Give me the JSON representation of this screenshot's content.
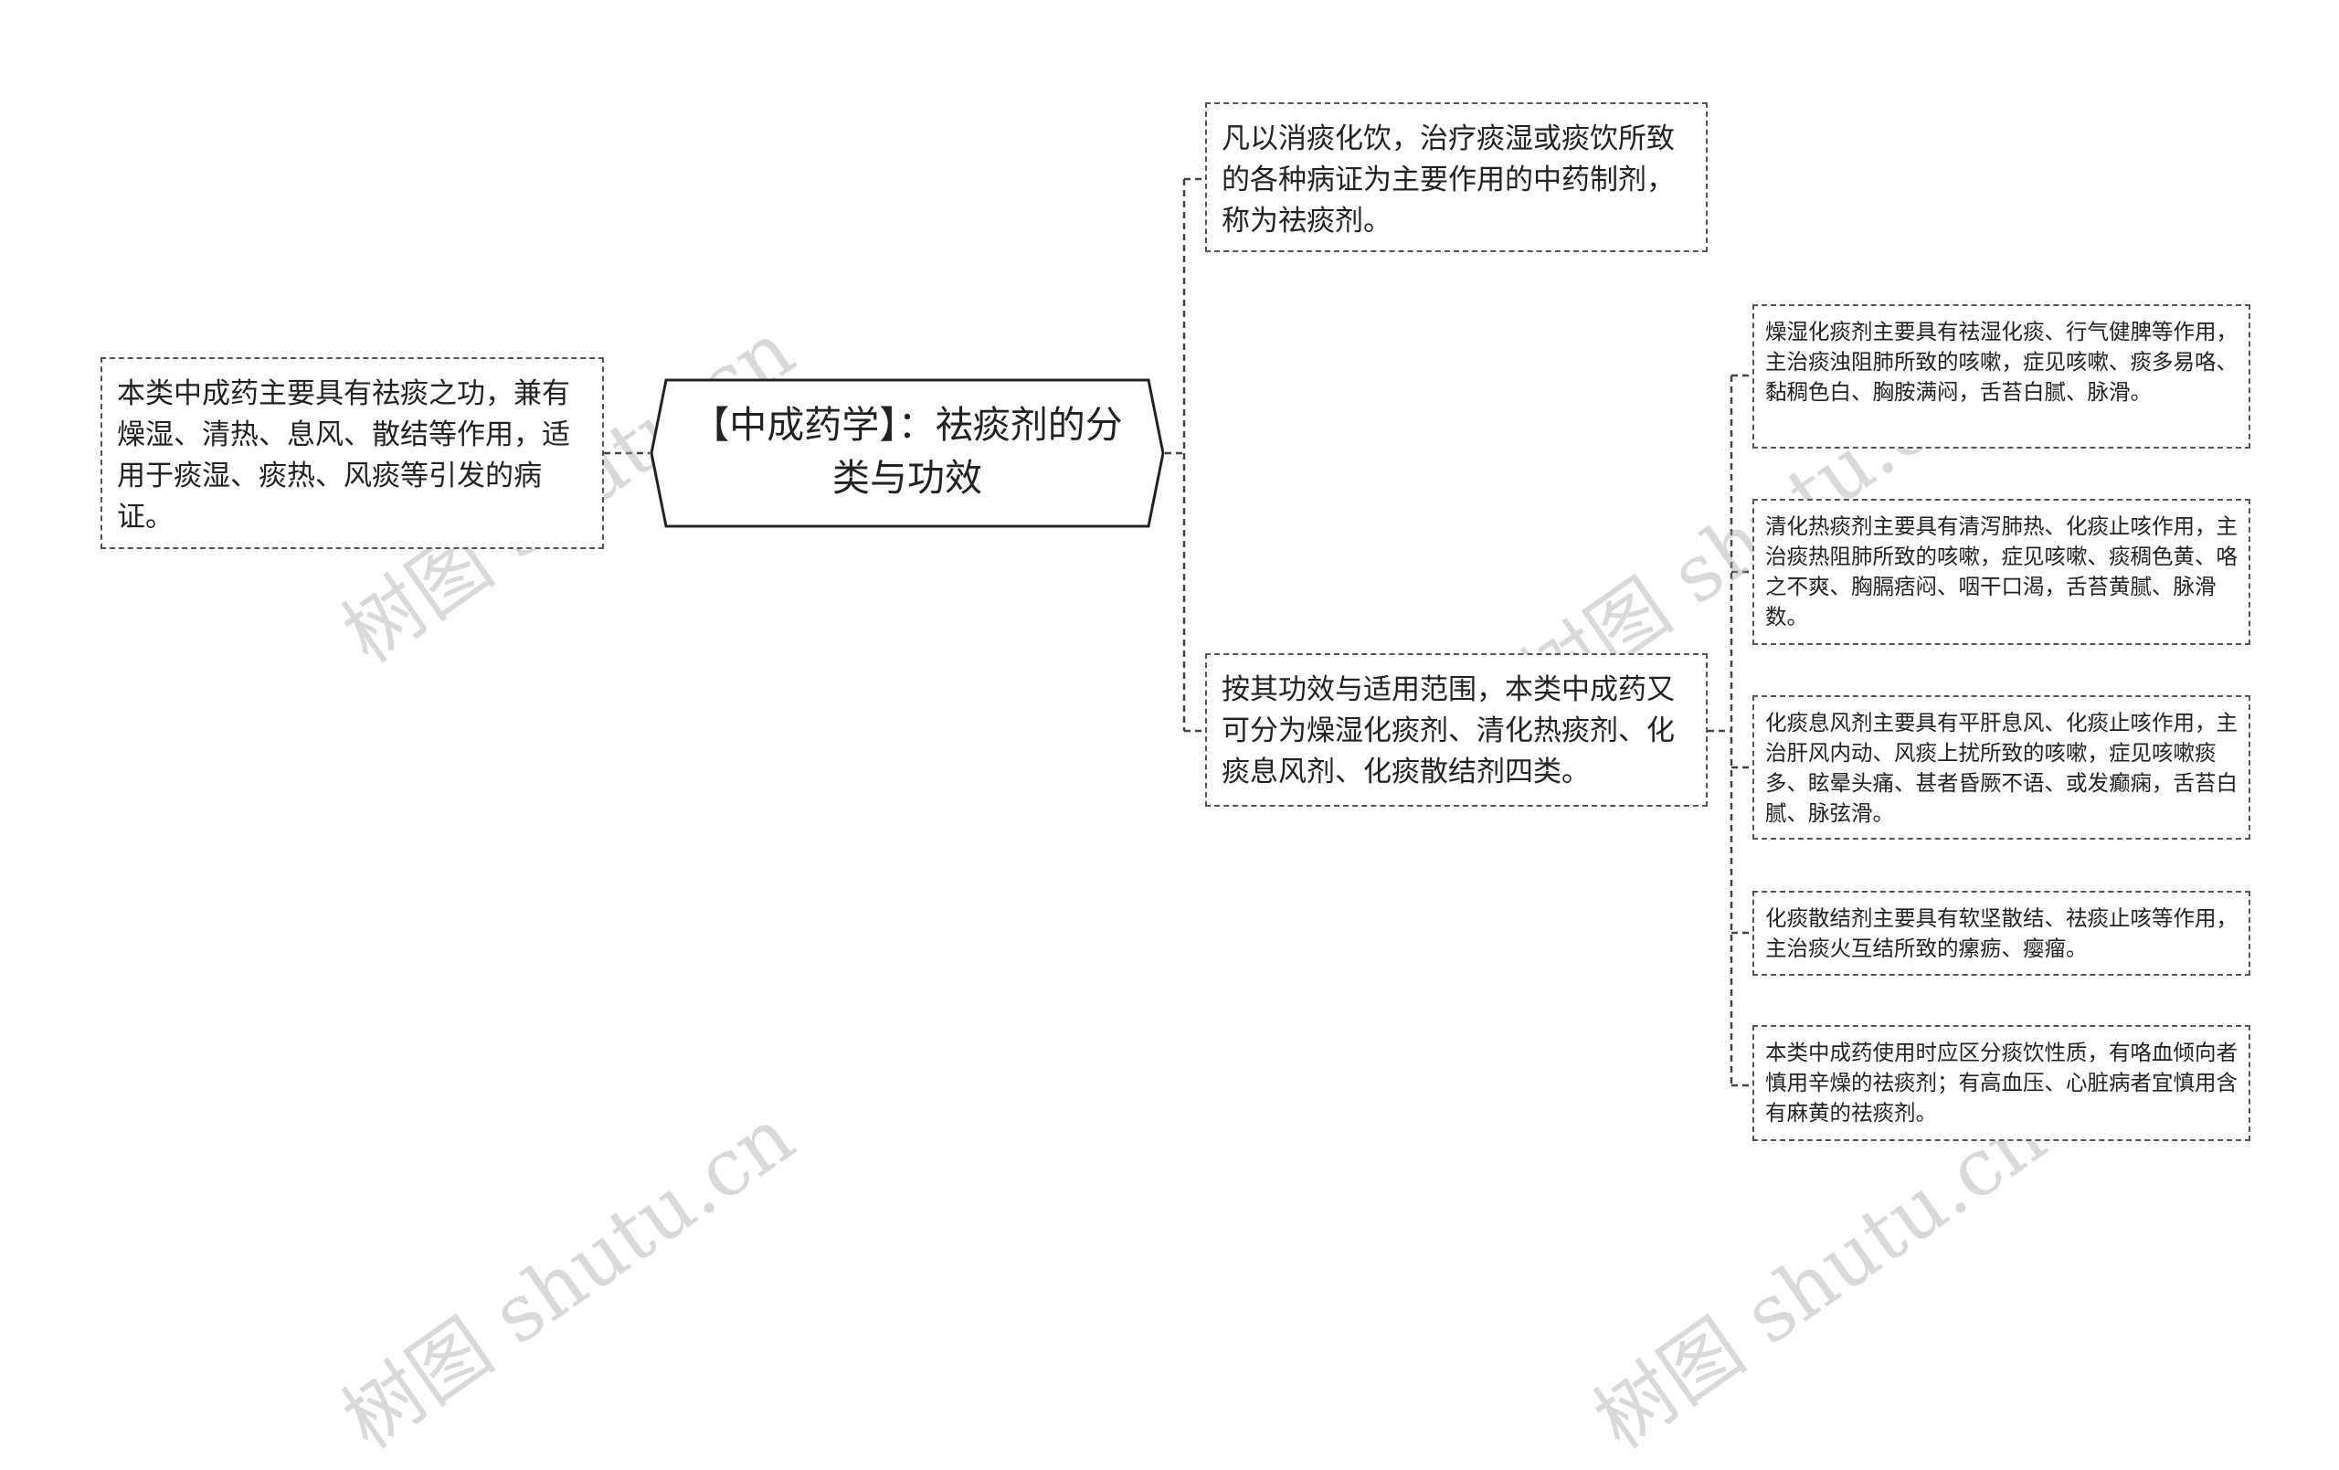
{
  "root": {
    "title": "【中成药学】：祛痰剂的分类与功效"
  },
  "left_node": {
    "text": "本类中成药主要具有祛痰之功，兼有燥湿、清热、息风、散结等作用，适用于痰湿、痰热、风痰等引发的病证。"
  },
  "right_nodes": [
    {
      "text": "凡以消痰化饮，治疗痰湿或痰饮所致的各种病证为主要作用的中药制剂，称为祛痰剂。"
    },
    {
      "text": "按其功效与适用范围，本类中成药又可分为燥湿化痰剂、清化热痰剂、化痰息风剂、化痰散结剂四类。",
      "children": [
        {
          "text": "燥湿化痰剂主要具有祛湿化痰、行气健脾等作用，主治痰浊阻肺所致的咳嗽，症见咳嗽、痰多易咯、黏稠色白、胸胺满闷，舌苔白腻、脉滑。"
        },
        {
          "text": "清化热痰剂主要具有清泻肺热、化痰止咳作用，主治痰热阻肺所致的咳嗽，症见咳嗽、痰稠色黄、咯之不爽、胸膈痞闷、咽干口渴，舌苔黄腻、脉滑数。"
        },
        {
          "text": "化痰息风剂主要具有平肝息风、化痰止咳作用，主治肝风内动、风痰上扰所致的咳嗽，症见咳嗽痰多、眩晕头痛、甚者昏厥不语、或发癫痫，舌苔白腻、脉弦滑。"
        },
        {
          "text": "化痰散结剂主要具有软坚散结、祛痰止咳等作用，主治痰火互结所致的瘰疬、瘿瘤。"
        },
        {
          "text": "本类中成药使用时应区分痰饮性质，有咯血倾向者慎用辛燥的祛痰剂；有高血压、心脏病者宜慎用含有麻黄的祛痰剂。"
        }
      ]
    }
  ],
  "watermark": "树图 shutu.cn"
}
